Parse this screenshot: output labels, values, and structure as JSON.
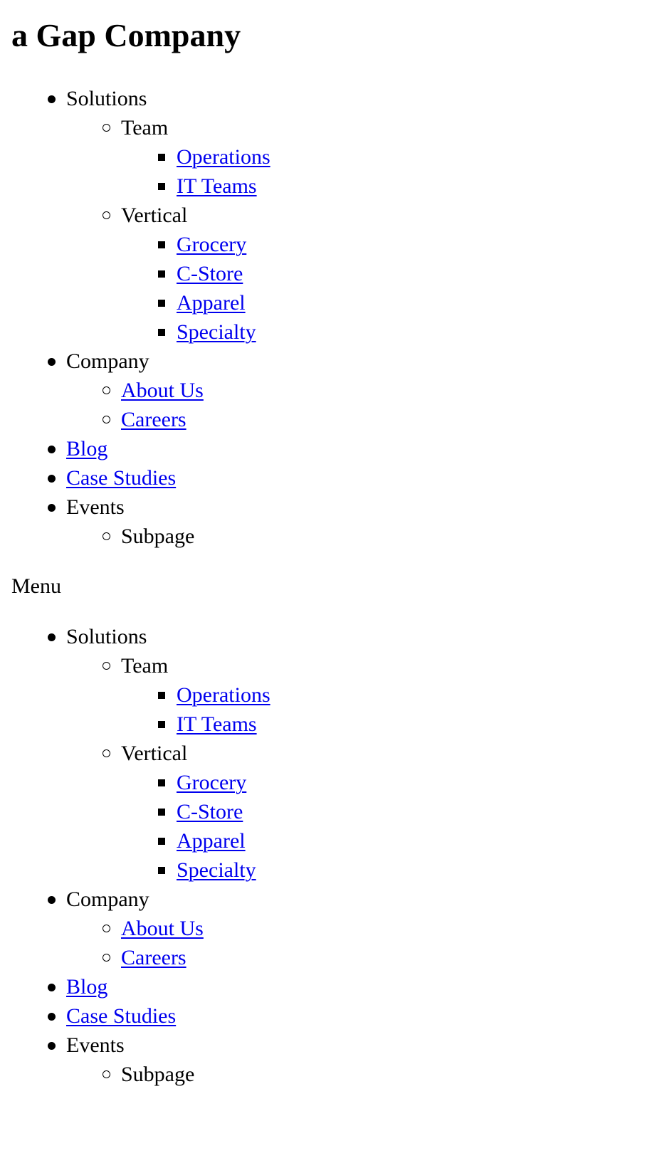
{
  "site": {
    "title": "a Gap Company",
    "menu_label": "Menu"
  },
  "colors": {
    "text": "#000000",
    "link": "#0000ee",
    "background": "#ffffff"
  },
  "nav": {
    "solutions": "Solutions",
    "team": "Team",
    "operations": "Operations",
    "it_teams": "IT Teams",
    "vertical": "Vertical",
    "grocery": "Grocery",
    "c_store": "C-Store",
    "apparel": "Apparel",
    "specialty": "Specialty",
    "company": "Company",
    "about_us": "About Us",
    "careers": "Careers",
    "blog": "Blog",
    "case_studies": "Case Studies",
    "events": "Events",
    "subpage": "Subpage"
  }
}
